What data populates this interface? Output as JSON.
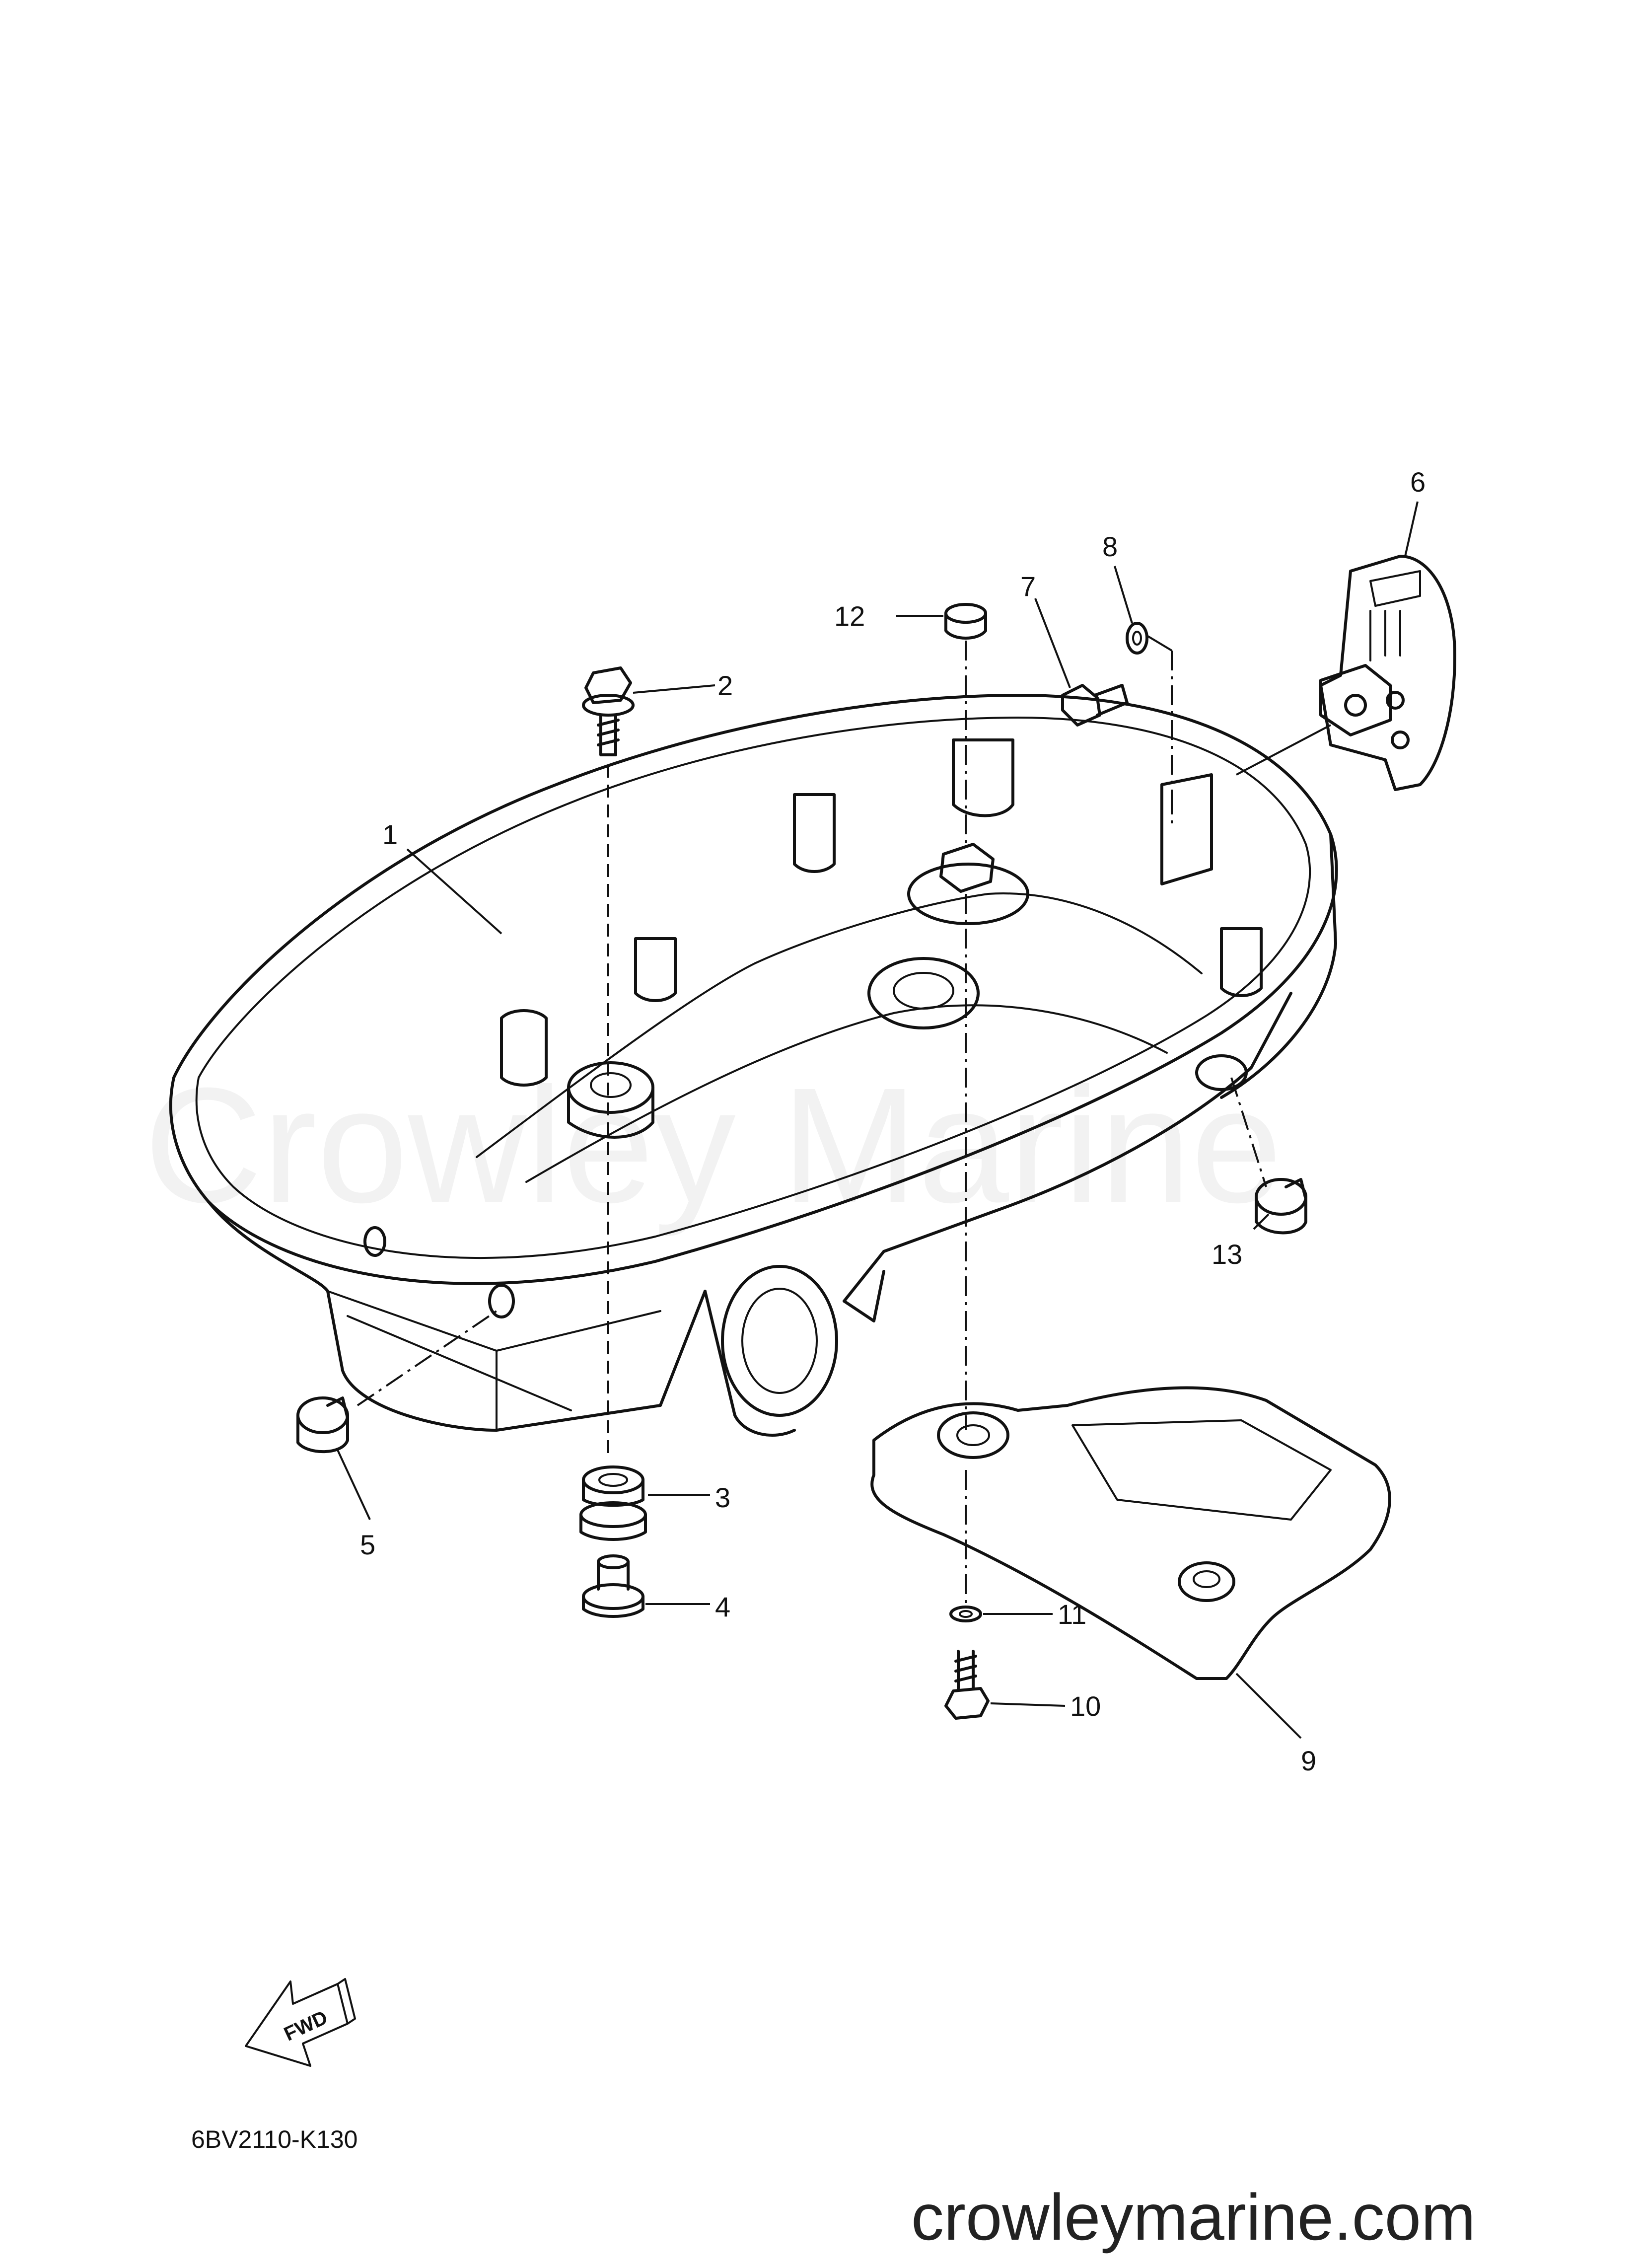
{
  "callouts": {
    "c1": "1",
    "c2": "2",
    "c3": "3",
    "c4": "4",
    "c5": "5",
    "c6": "6",
    "c7": "7",
    "c8": "8",
    "c9": "9",
    "c10": "10",
    "c11": "11",
    "c12": "12",
    "c13": "13"
  },
  "direction_arrow": {
    "label": "FWD"
  },
  "drawing_code": "6BV2110-K130",
  "watermark": "Crowley Marine",
  "site": "crowleymarine.com"
}
